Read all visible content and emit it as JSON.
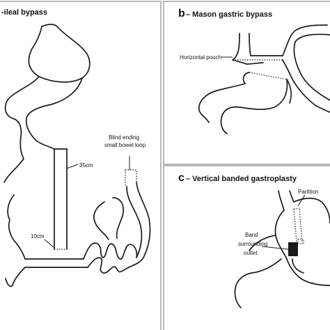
{
  "panel_a": {
    "title": "-ileal bypass",
    "labels": {
      "length_35": "35cm",
      "length_10": "10cm",
      "blind_loop_line1": "Blind ending",
      "blind_loop_line2": "small bowel loop"
    }
  },
  "panel_b": {
    "letter": "b",
    "title": " – Mason gastric bypass",
    "labels": {
      "pouch": "Horizontal pouch"
    }
  },
  "panel_c": {
    "letter": "c",
    "title": " – Vertical banded gastroplasty",
    "labels": {
      "partition": "Partition",
      "band_line1": "Band",
      "band_line2": "surrounding",
      "band_line3": "outlet"
    }
  }
}
